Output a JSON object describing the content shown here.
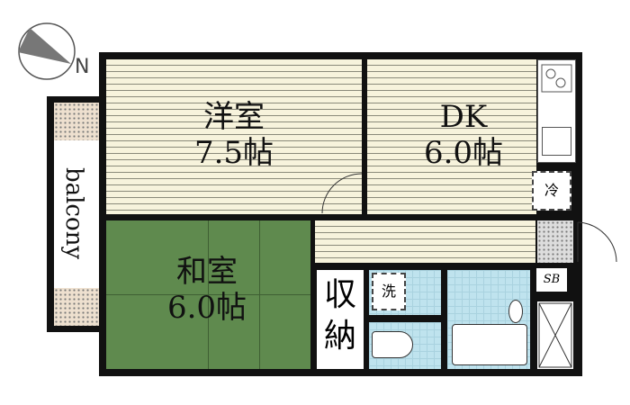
{
  "compass": {
    "label": "N"
  },
  "rooms": {
    "western": {
      "name": "洋室",
      "size": "7.5帖"
    },
    "dk": {
      "name": "DK",
      "size": "6.0帖"
    },
    "japanese": {
      "name": "和室",
      "size": "6.0帖"
    },
    "storage": {
      "name": "収納"
    },
    "washer": {
      "name": "洗"
    },
    "fridge": {
      "name": "冷"
    },
    "shoebox": {
      "name": "SB"
    },
    "balcony": {
      "name": "balcony"
    }
  },
  "colors": {
    "tatami": "#5f8a4e",
    "water": "#bfe3ee",
    "floor": "#f7f3dc",
    "wall": "#111111"
  }
}
